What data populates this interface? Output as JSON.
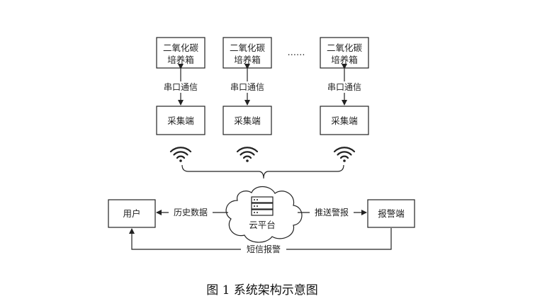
{
  "incubators": [
    {
      "line1": "二氧化碳",
      "line2": "培养箱"
    },
    {
      "line1": "二氧化碳",
      "line2": "培养箱"
    },
    {
      "line1": "二氧化碳",
      "line2": "培养箱"
    }
  ],
  "ellipsis": "……",
  "serial_label": "串口通信",
  "collector_label": "采集端",
  "cloud_label": "云平台",
  "user_label": "用户",
  "history_label": "历史数据",
  "push_label": "推送警报",
  "alarm_label": "报警端",
  "sms_label": "短信报警",
  "caption": "图 1   系统架构示意图"
}
